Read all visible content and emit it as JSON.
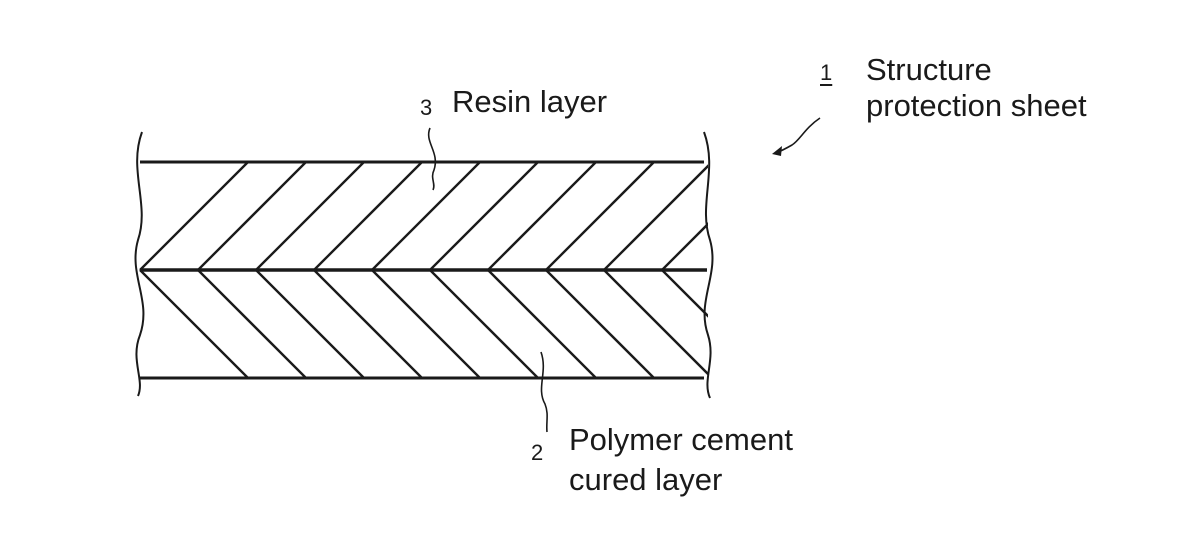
{
  "figure": {
    "sheet": {
      "ref": "1",
      "label_line1": "Structure",
      "label_line2": "protection sheet"
    },
    "resin_layer": {
      "ref": "3",
      "label": "Resin layer"
    },
    "cement_layer": {
      "ref": "2",
      "label_line1": "Polymer cement",
      "label_line2": "cured layer"
    },
    "colors": {
      "line": "#1a1a1a",
      "background": "#ffffff"
    }
  }
}
